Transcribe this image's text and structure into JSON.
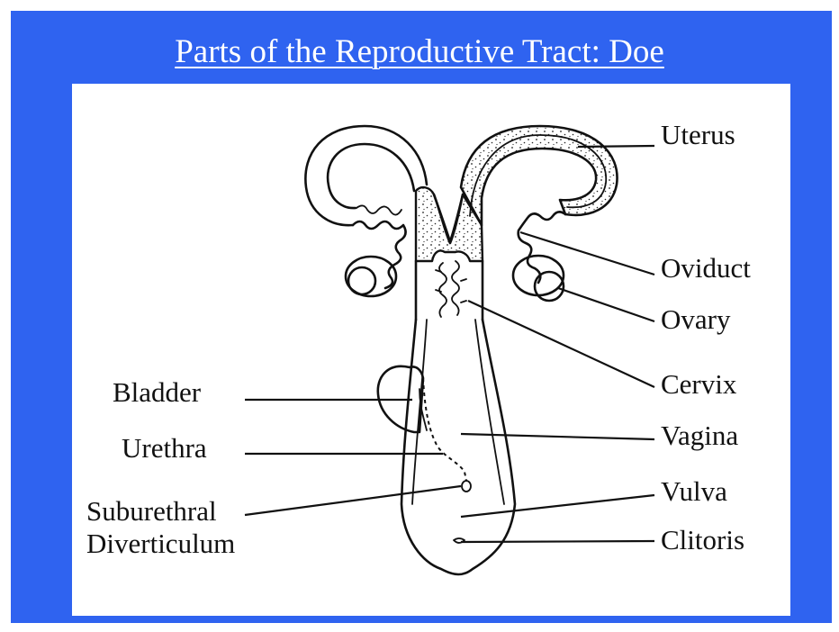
{
  "title": "Parts of the Reproductive Tract: Doe",
  "colors": {
    "background": "#2f63f0",
    "title_text": "#ffffff",
    "panel": "#ffffff",
    "ink": "#111111"
  },
  "labels": {
    "uterus": "Uterus",
    "oviduct": "Oviduct",
    "ovary": "Ovary",
    "cervix": "Cervix",
    "vagina": "Vagina",
    "vulva": "Vulva",
    "clitoris": "Clitoris",
    "bladder": "Bladder",
    "urethra": "Urethra",
    "suburethral_line1": "Suburethral",
    "suburethral_line2": "Diverticulum"
  }
}
